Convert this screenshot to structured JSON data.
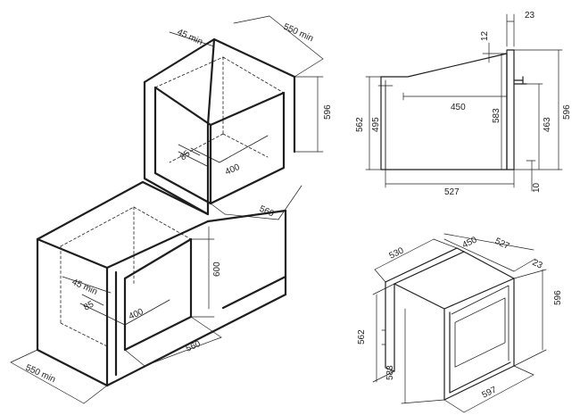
{
  "colors": {
    "line": "#1e1e1e",
    "background": "#ffffff"
  },
  "labels": {
    "top_45min": "45 min",
    "top_550min": "550 min",
    "top_596": "596",
    "top_85": "85",
    "top_400": "400",
    "top_560": "560",
    "bot_45min": "45 min",
    "bot_85": "85",
    "bot_400": "400",
    "bot_600": "600",
    "bot_560": "560",
    "bot_550min": "550 min",
    "side_23": "23",
    "side_12": "12",
    "side_562": "562",
    "side_495": "495",
    "side_450": "450",
    "side_583": "583",
    "side_463": "463",
    "side_596": "596",
    "side_527": "527",
    "side_10": "10",
    "iso_530": "530",
    "iso_527": "527",
    "iso_450": "450",
    "iso_23": "23",
    "iso_596": "596",
    "iso_562": "562",
    "iso_583": "583",
    "iso_597": "597"
  }
}
